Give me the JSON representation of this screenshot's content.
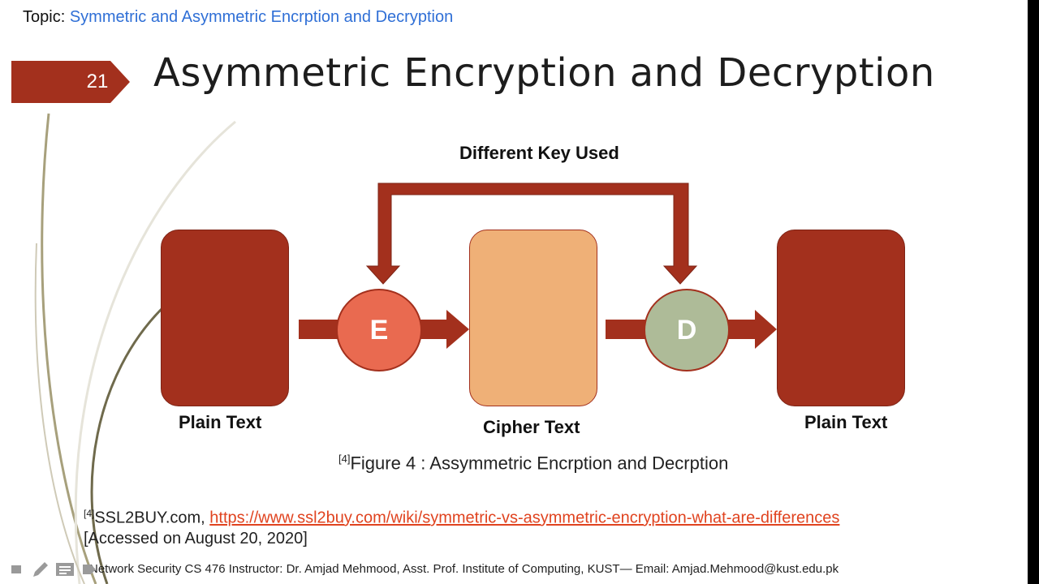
{
  "header": {
    "topic_label": "Topic:",
    "topic_value": "Symmetric and Asymmetric Encrption and Decryption"
  },
  "slide": {
    "number": "21",
    "title": "Asymmetric Encryption and Decryption"
  },
  "diagram": {
    "key_label": "Different Key Used",
    "encrypt_symbol": "E",
    "decrypt_symbol": "D",
    "left_box_label": "Plain Text",
    "middle_box_label": "Cipher Text",
    "right_box_label": "Plain Text"
  },
  "figure": {
    "caption_sup": "[4]",
    "caption": "Figure 4 : Assymmetric Encrption and Decrption"
  },
  "reference": {
    "sup": "[4]",
    "source": "SSL2BUY.com, ",
    "url": "https://www.ssl2buy.com/wiki/symmetric-vs-asymmetric-encryption-what-are-differences",
    "accessed": "[Accessed on August 20, 2020]"
  },
  "footer": {
    "text": "Network Security CS 476 Instructor: Dr. Amjad Mehmood, Asst. Prof. Institute of Computing, KUST— Email: Amjad.Mehmood@kust.edu.pk"
  },
  "toolbar": {
    "icons": [
      "previous-slide-icon",
      "pen-icon",
      "notes-icon",
      "next-slide-icon"
    ]
  },
  "colors": {
    "accent_red": "#a3301d",
    "cipher_orange": "#efb077",
    "encrypt_coral": "#e96a50",
    "decrypt_sage": "#aebb98",
    "topic_blue": "#2f6fd6",
    "link_orange": "#e0431f"
  }
}
